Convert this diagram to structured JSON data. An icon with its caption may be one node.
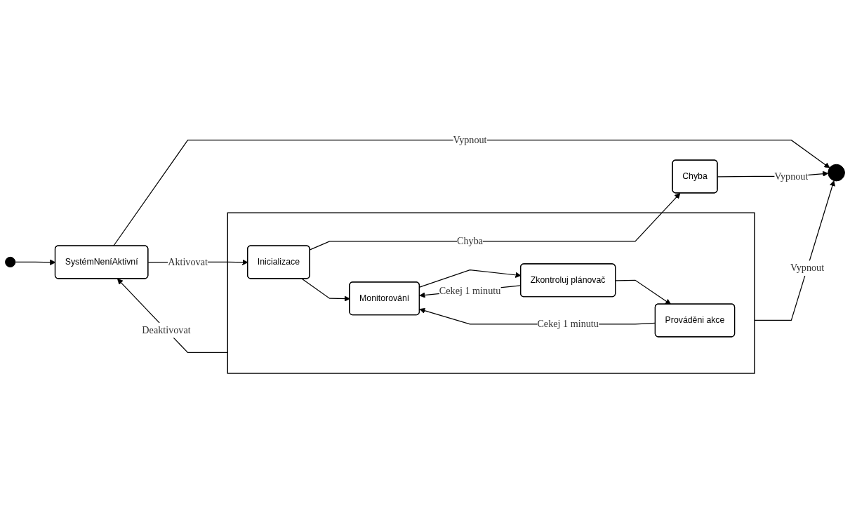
{
  "diagram": {
    "nodes": [
      {
        "text": [],
        "shape": "circle"
      },
      {
        "text": [
          "SystémNeníAktivní"
        ]
      },
      {
        "text": [],
        "shape": "box"
      },
      {
        "text": [
          "Prováděni akce"
        ],
        "in": 2
      },
      {
        "text": [
          "Zkontroluj plánovač"
        ],
        "in": 2
      },
      {
        "text": [
          "Monitorování"
        ],
        "in": 2
      },
      {
        "text": [
          "Inicializace"
        ],
        "in": 2
      },
      {
        "text": [
          "Chyba"
        ]
      },
      {
        "text": [],
        "shape": "circle"
      }
    ],
    "edges": [
      {
        "from": 0,
        "to": 1,
        "arrow": "to"
      },
      {
        "from": 2,
        "to": 1,
        "arrow": "to",
        "label": "Deaktivovat"
      },
      {
        "from": 1,
        "to": 6,
        "arrow": "to",
        "label": "Aktivovat"
      },
      {
        "from": 6,
        "to": 5,
        "arrow": "to"
      },
      {
        "from": 5,
        "to": 4,
        "arrow": "to"
      },
      {
        "from": 4,
        "to": 3,
        "arrow": "to"
      },
      {
        "from": 3,
        "to": 5,
        "arrow": "to",
        "label": "Cekej 1 minutu"
      },
      {
        "from": 4,
        "to": 5,
        "arrow": "to",
        "label": "Cekej 1 minutu"
      },
      {
        "from": 6,
        "to": 7,
        "arrow": "to",
        "label": "Chyba"
      },
      {
        "from": 2,
        "to": 8,
        "arrow": "to",
        "label": "Vypnout"
      },
      {
        "from": 1,
        "to": 8,
        "arrow": "to",
        "label": "Vypnout"
      },
      {
        "from": 7,
        "to": 8,
        "arrow": "to",
        "label": "Vypnout"
      }
    ]
  }
}
